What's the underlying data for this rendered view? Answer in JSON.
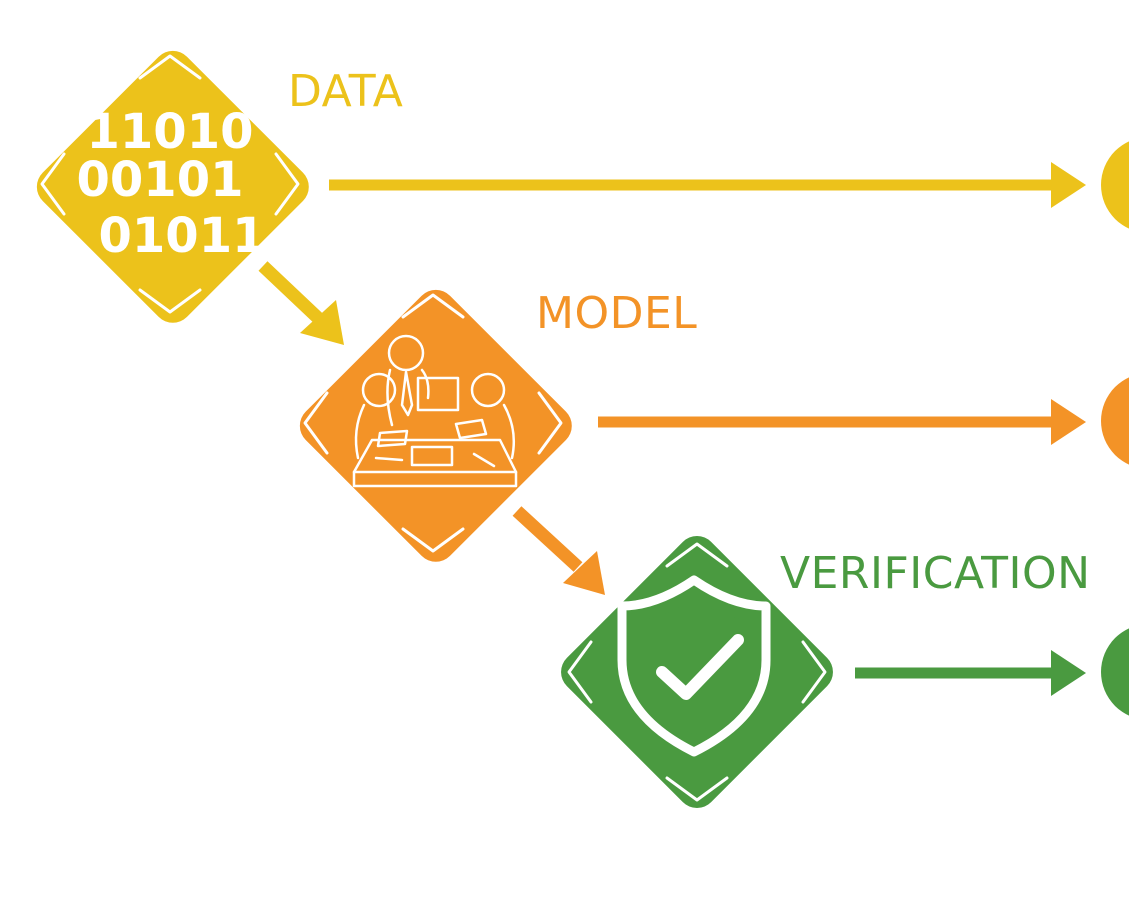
{
  "colors": {
    "data": "#ECC21B",
    "model": "#F39327",
    "verification": "#4A9A40",
    "icon_line": "#ffffff"
  },
  "stages": [
    {
      "id": "data",
      "label": "DATA",
      "icon": "binary-code-icon",
      "binary_lines": [
        "11010",
        "00101",
        "01011"
      ]
    },
    {
      "id": "model",
      "label": "MODEL",
      "icon": "team-meeting-icon"
    },
    {
      "id": "verification",
      "label": "VERIFICATION",
      "icon": "shield-check-icon"
    }
  ]
}
